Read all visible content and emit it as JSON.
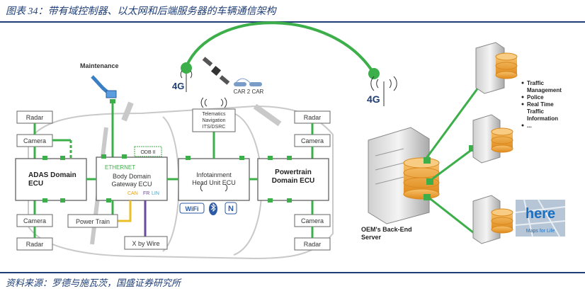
{
  "header": {
    "title": "图表 34：带有域控制器、以太网和后端服务器的车辆通信架构"
  },
  "footer": {
    "source": "资料来源：罗德与施瓦茨，国盛证券研究所"
  },
  "vehicle": {
    "maintenance": "Maintenance",
    "radar": "Radar",
    "camera": "Camera",
    "adas": [
      "ADAS Domain",
      "ECU"
    ],
    "body": [
      "Body Domain",
      "Gateway ECU"
    ],
    "ethernet": "ETHERNET",
    "obd": "ODB II",
    "can": "CAN",
    "fr": "FR",
    "lin": "LIN",
    "infotainment": [
      "Infotainment",
      "Head Unit ECU"
    ],
    "powertrain": [
      "Powertrain",
      "Domain ECU"
    ],
    "telematics": [
      "Telematics",
      "Navigation",
      "ITS/DSRC"
    ],
    "power_train": "Power Train",
    "x_by_wire": "X by Wire",
    "wifi": "WiFi",
    "nfc": "N"
  },
  "network": {
    "label_4g": "4G",
    "car2car": "CAR 2 CAR"
  },
  "backend": {
    "server_label": [
      "OEM's Back-End",
      "Server"
    ],
    "services": [
      "Traffic",
      "Management",
      "Police",
      "Real Time",
      "Traffic",
      "Information",
      "..."
    ],
    "here_logo": "here",
    "maps_caption": "Maps for Life"
  },
  "colors": {
    "green": "#3daf4a",
    "navy": "#1f3e75",
    "orange": "#f0a23a",
    "yellow": "#e8c12a",
    "purple": "#6a4aa0"
  }
}
